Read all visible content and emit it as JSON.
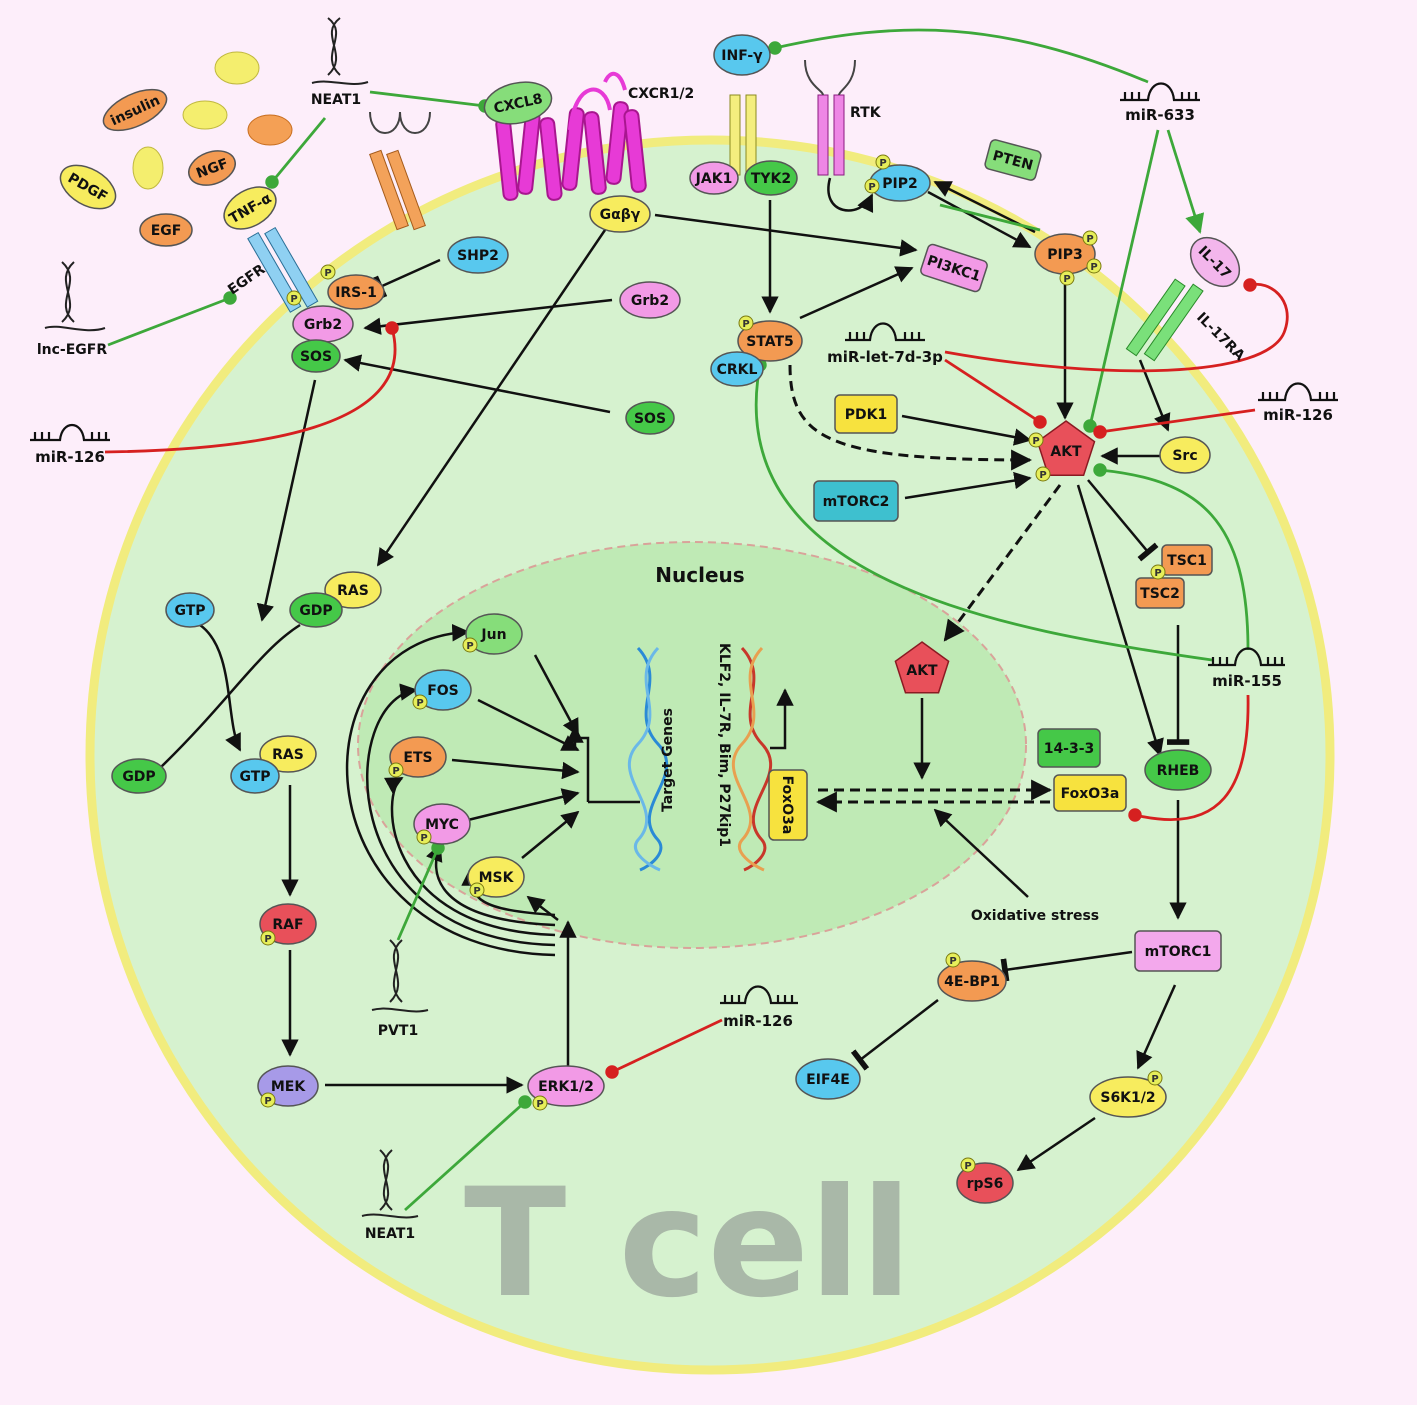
{
  "title": "T cell",
  "nucleus_label": "Nucleus",
  "colors": {
    "background": "#fdeefa",
    "cell_fill": "#d6f2cf",
    "cell_border": "#f1ec7e",
    "nucleus_fill": "#bfeab5",
    "activation_arrow": "#111111",
    "green_link": "#3da83a",
    "red_inhibition": "#d62020"
  },
  "nodes": {
    "insulin": "insulin",
    "pdgf": "PDGF",
    "ngf": "NGF",
    "egf_ligand": "EGF",
    "tnf_alpha": "TNF-α",
    "egfr": "EGFR",
    "neat1_top": "NEAT1",
    "lnc_egfr": "lnc-EGFR",
    "cxcl8": "CXCL8",
    "cxcr12": "CXCR1/2",
    "inf_gamma": "INF-γ",
    "rtk": "RTK",
    "jak1": "JAK1",
    "tyk2": "TYK2",
    "pip2": "PIP2",
    "pten": "PTEN",
    "pip3": "PIP3",
    "mir633": "miR-633",
    "il17": "IL-17",
    "il17ra": "IL-17RA",
    "shp2": "SHP2",
    "irs1": "IRS-1",
    "grb2_mem": "Grb2",
    "grb2_free": "Grb2",
    "sos_mem": "SOS",
    "sos_free": "SOS",
    "gabg": "Gαβγ",
    "pi3kc1": "PI3KC1",
    "stat5": "STAT5",
    "crkl": "CRKL",
    "mir_let7d": "miR-let-7d-3p",
    "mir126_left": "miR-126",
    "mir126_right": "miR-126",
    "mir126_bottom": "miR-126",
    "pdk1": "PDK1",
    "akt": "AKT",
    "akt_nuc": "AKT",
    "src": "Src",
    "mtorc2": "mTORC2",
    "tsc1": "TSC1",
    "tsc2": "TSC2",
    "mir155": "miR-155",
    "rheb": "RHEB",
    "p1433": "14-3-3",
    "foxo3a_out": "FoxO3a",
    "foxo3a_in": "FoxO3a",
    "gtp_top": "GTP",
    "ras_top": "RAS",
    "gdp_top": "GDP",
    "gdp_left": "GDP",
    "ras_low": "RAS",
    "gtp_low": "GTP",
    "raf": "RAF",
    "mek": "MEK",
    "erk": "ERK1/2",
    "jun": "Jun",
    "fos": "FOS",
    "ets": "ETS",
    "myc": "MYC",
    "msk": "MSK",
    "pvt1": "PVT1",
    "neat1_bottom": "NEAT1",
    "target_genes": "Target Genes",
    "klf2": "KLF2, IL-7R, Bim, P27kip1",
    "oxidative": "Oxidative stress",
    "mtorc1": "mTORC1",
    "ebp1": "4E-BP1",
    "eif4e": "EIF4E",
    "s6k": "S6K1/2",
    "rps6": "rpS6"
  },
  "phospho_label": "P"
}
